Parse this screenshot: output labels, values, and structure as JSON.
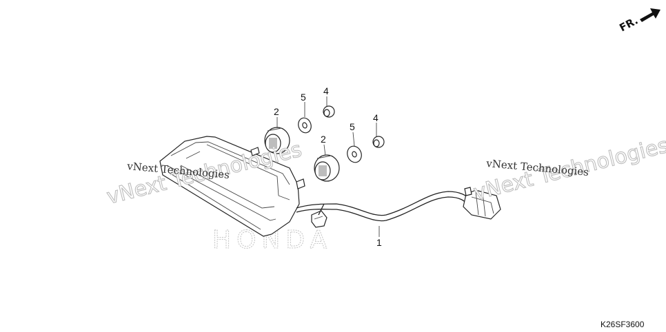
{
  "diagram": {
    "direction_label": "FR.",
    "diagram_code": "K26SF3600",
    "brand_watermark": "HONDA",
    "watermarks": [
      "vNext Technologies",
      "vNext Technologies"
    ],
    "callouts": [
      "1",
      "2",
      "2",
      "4",
      "4",
      "5",
      "5"
    ]
  }
}
